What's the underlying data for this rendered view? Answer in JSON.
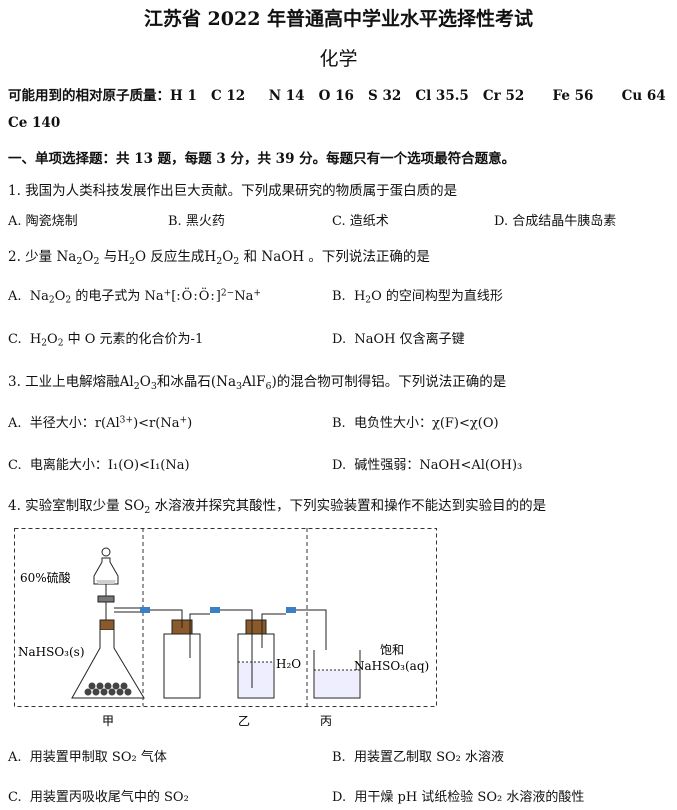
{
  "header": {
    "title": "江苏省 2022 年普通高中学业水平选择性考试",
    "subject": "化学"
  },
  "masses": {
    "label": "可能用到的相对原子质量：",
    "items": [
      "H 1",
      "C 12",
      "N 14",
      "O 16",
      "S 32",
      "Cl 35.5",
      "Cr 52",
      "Fe 56",
      "Cu 64"
    ],
    "ce": "Ce 140"
  },
  "section1": {
    "heading": "一、单项选择题：共 13 题，每题 3 分，共 39 分。每题只有一个选项最符合题意。"
  },
  "q1": {
    "stem": "1. 我国为人类科技发展作出巨大贡献。下列成果研究的物质属于蛋白质的是",
    "a": "A. 陶瓷烧制",
    "b": "B. 黑火药",
    "c": "C. 造纸术",
    "d": "D. 合成结晶牛胰岛素"
  },
  "q2": {
    "stem": {
      "p1": "2. 少量 ",
      "p2": " 与",
      "p3": " 反应生成",
      "p4": " 和 NaOH 。下列说法正确的是"
    },
    "a": {
      "prefix": "A.",
      "text": " 的电子式为 "
    },
    "b": {
      "prefix": "B.",
      "text": " 的空间构型为直线形"
    },
    "c": {
      "prefix": "C.",
      "text": " 中 O 元素的化合价为-1"
    },
    "d": {
      "prefix": "D.",
      "text": "NaOH 仅含离子键"
    }
  },
  "q3": {
    "stem": {
      "p1": "3. 工业上电解熔融",
      "p2": "和冰晶石",
      "p3": "的混合物可制得铝。下列说法正确的是"
    },
    "a": {
      "prefix": "A.",
      "text": "半径大小："
    },
    "b": {
      "prefix": "B.",
      "text": "电负性大小：χ(F)<χ(O)"
    },
    "c": {
      "prefix": "C.",
      "text": "电离能大小：I₁(O)<I₁(Na)"
    },
    "d": {
      "prefix": "D.",
      "text": "碱性强弱：NaOH<Al(OH)₃"
    }
  },
  "q4": {
    "stem": {
      "p1": "4. 实验室制取少量 ",
      "p2": " 水溶液并探究其酸性，下列实验装置和操作不能达到实验目的的是"
    },
    "labels": {
      "acid": "60%硫酸",
      "solid": "NaHSO₃(s)",
      "water": "H₂O",
      "sat1": "饱和",
      "sat2": "NaHSO₃(aq)",
      "jia": "甲",
      "yi": "乙",
      "bing": "丙"
    },
    "a": {
      "prefix": "A.",
      "text": "用装置甲制取 SO₂ 气体"
    },
    "b": {
      "prefix": "B.",
      "text": "用装置乙制取 SO₂ 水溶液"
    },
    "c": {
      "prefix": "C.",
      "text": "用装置丙吸收尾气中的 SO₂"
    },
    "d": {
      "prefix": "D.",
      "text": "用干燥 pH 试纸检验 SO₂ 水溶液的酸性"
    }
  }
}
